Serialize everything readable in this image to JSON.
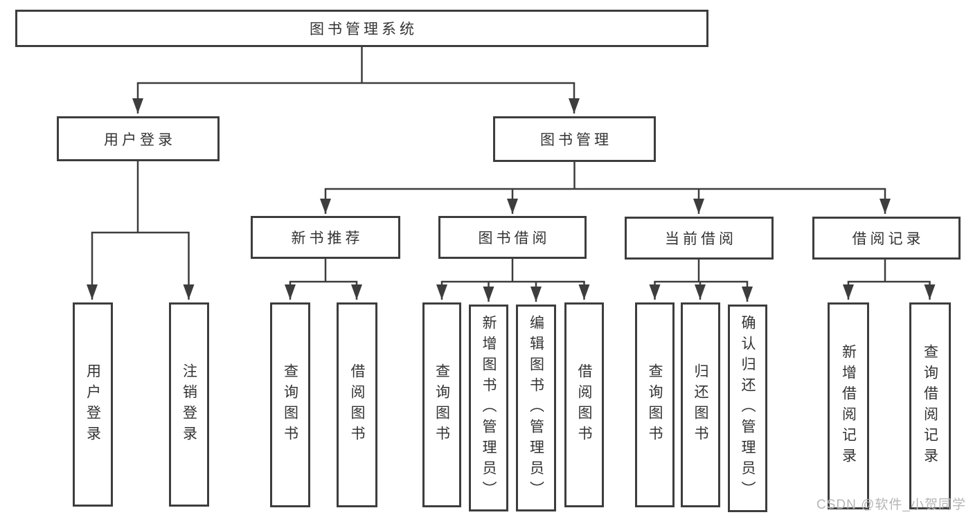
{
  "tree": {
    "label": "图书管理系统",
    "children": [
      {
        "label": "用户登录",
        "children": [
          {
            "label": "用户登录"
          },
          {
            "label": "注销登录"
          }
        ]
      },
      {
        "label": "图书管理",
        "children": [
          {
            "label": "新书推荐",
            "children": [
              {
                "label": "查询图书"
              },
              {
                "label": "借阅图书"
              }
            ]
          },
          {
            "label": "图书借阅",
            "children": [
              {
                "label": "查询图书"
              },
              {
                "label": "新增图书（管理员）"
              },
              {
                "label": "编辑图书（管理员）"
              },
              {
                "label": "借阅图书"
              }
            ]
          },
          {
            "label": "当前借阅",
            "children": [
              {
                "label": "查询图书"
              },
              {
                "label": "归还图书"
              },
              {
                "label": "确认归还（管理员）"
              }
            ]
          },
          {
            "label": "借阅记录",
            "children": [
              {
                "label": "新增借阅记录"
              },
              {
                "label": "查询借阅记录"
              }
            ]
          }
        ]
      }
    ]
  },
  "watermark": {
    "text": "CSDN @软件_小贺同学"
  },
  "colors": {
    "line": "#3d3d3d",
    "box-border": "#3d3d3d",
    "box-fill": "#ffffff",
    "text": "#333333",
    "watermark": "#b5b5b5",
    "background": "#ffffff"
  }
}
